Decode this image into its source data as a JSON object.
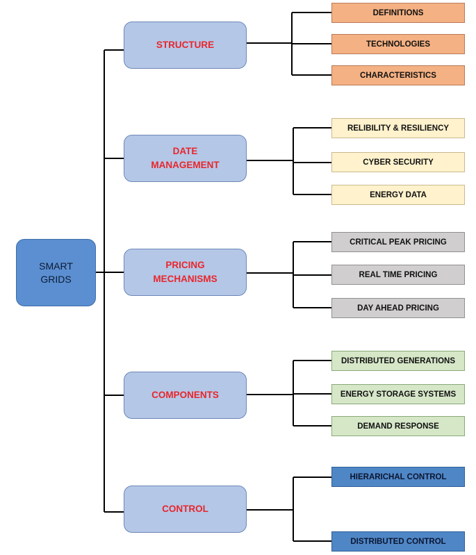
{
  "root": {
    "label": "SMART\nGRIDS"
  },
  "categories": [
    {
      "label": "STRUCTURE",
      "children": [
        "DEFINITIONS",
        "TECHNOLOGIES",
        "CHARACTERISTICS"
      ]
    },
    {
      "label": "DATE\nMANAGEMENT",
      "children": [
        "RELIBILITY & RESILIENCY",
        "CYBER SECURITY",
        "ENERGY DATA"
      ]
    },
    {
      "label": "PRICING\nMECHANISMS",
      "children": [
        "CRITICAL PEAK PRICING",
        "REAL TIME PRICING",
        "DAY AHEAD PRICING"
      ]
    },
    {
      "label": "COMPONENTS",
      "children": [
        "DISTRIBUTED GENERATIONS",
        "ENERGY STORAGE SYSTEMS",
        "DEMAND RESPONSE"
      ]
    },
    {
      "label": "CONTROL",
      "children": [
        "HIERARICHAL CONTROL",
        "DISTRIBUTED CONTROL"
      ]
    }
  ],
  "colors": {
    "root_fill": "#5b8fd1",
    "category_fill": "#b4c7e7",
    "category_text": "#e8262b",
    "group_fills": [
      "#f4b183",
      "#fff2cc",
      "#d0cece",
      "#d6e7c8",
      "#4f86c6"
    ]
  }
}
